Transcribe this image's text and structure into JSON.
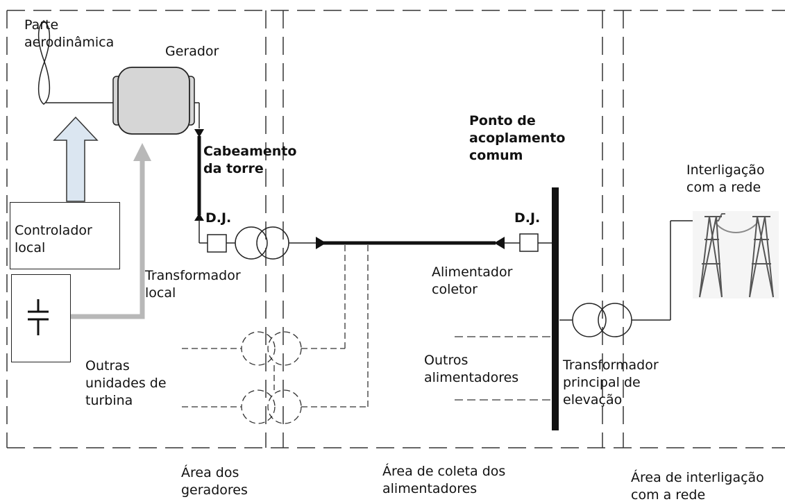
{
  "labels": {
    "aero": "Parte\naerodinâmica",
    "gerador": "Gerador",
    "cabeamento": "Cabeamento\nda torre",
    "controlador": "Controlador\nlocal",
    "transformador_local": "Transformador\nlocal",
    "dj_left": "D.J.",
    "dj_right": "D.J.",
    "ponto": "Ponto de\nacoplamento\ncomum",
    "interligacao": "Interligação\ncom a rede",
    "alimentador": "Alimentador\ncoletor",
    "outras_unidades": "Outras\nunidades de\nturbina",
    "outros_alimentadores": "Outros\nalimentadores",
    "transformador_principal": "Transformador\nprincipal de\nelevação",
    "area_geradores": "Área dos\ngeradores",
    "area_coleta": "Área de coleta dos\nalimentadores",
    "area_interligacao": "Área de interligação\ncom a rede"
  },
  "colors": {
    "line": "#111111",
    "generator_fill": "#d6d6d6",
    "control_arrow_fill": "#dbe6f1",
    "signal_line": "#b8b8b8",
    "dashed_line": "#555555"
  }
}
